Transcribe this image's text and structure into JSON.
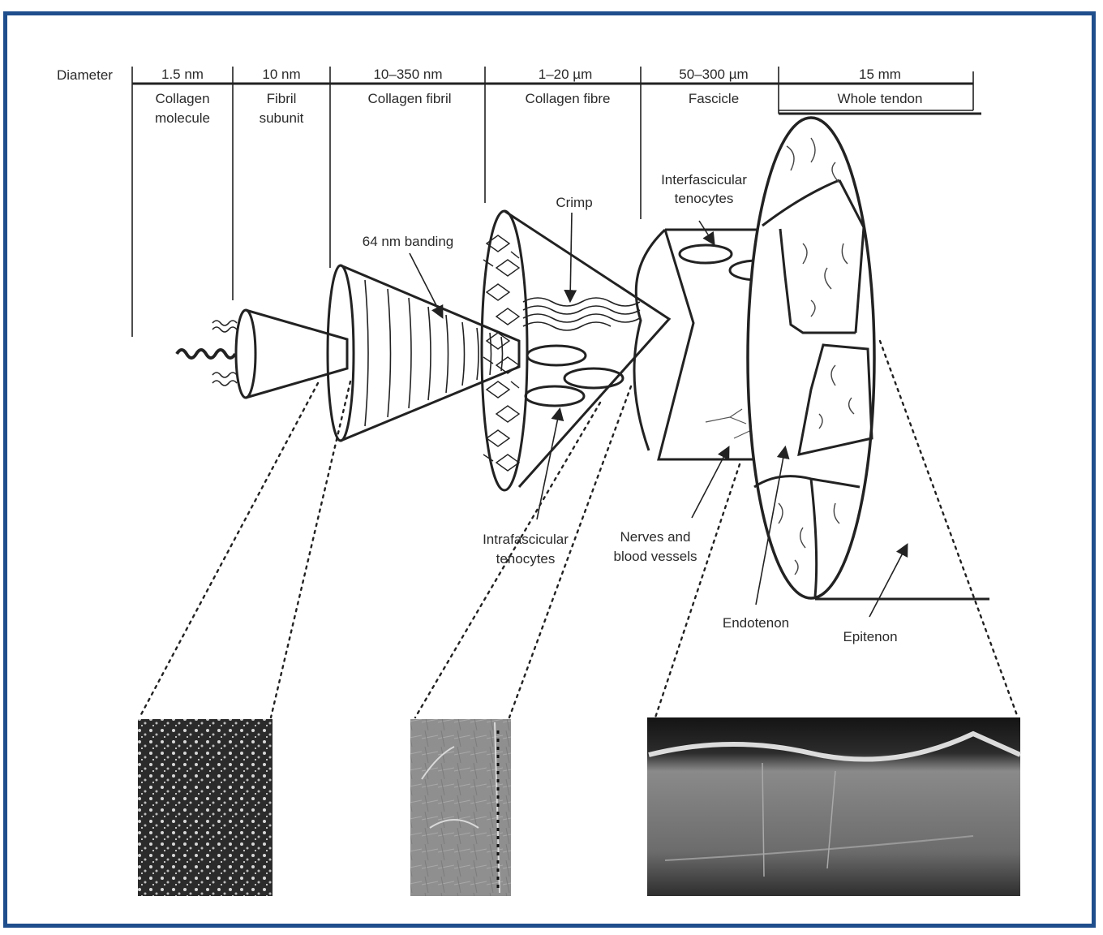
{
  "header": {
    "diameter_label": "Diameter",
    "columns": [
      {
        "size": "1.5 nm",
        "name": [
          "Collagen",
          "molecule"
        ]
      },
      {
        "size": "10 nm",
        "name": [
          "Fibril",
          "subunit"
        ]
      },
      {
        "size": "10–350 nm",
        "name": [
          "Collagen fibril"
        ]
      },
      {
        "size": "1–20 µm",
        "name": [
          "Collagen fibre"
        ]
      },
      {
        "size": "50–300 µm",
        "name": [
          "Fascicle"
        ]
      },
      {
        "size": "15 mm",
        "name": [
          "Whole tendon"
        ]
      }
    ]
  },
  "labels": {
    "banding": "64 nm banding",
    "crimp": "Crimp",
    "interfascicular_1": "Interfascicular",
    "interfascicular_2": "tenocytes",
    "intrafascicular_1": "Intrafascicular",
    "intrafascicular_2": "tenocytes",
    "nerves_1": "Nerves and",
    "nerves_2": "blood vessels",
    "endotenon": "Endotenon",
    "epitenon": "Epitenon"
  },
  "colors": {
    "frame": "#1f4e8c",
    "ink": "#222222"
  }
}
